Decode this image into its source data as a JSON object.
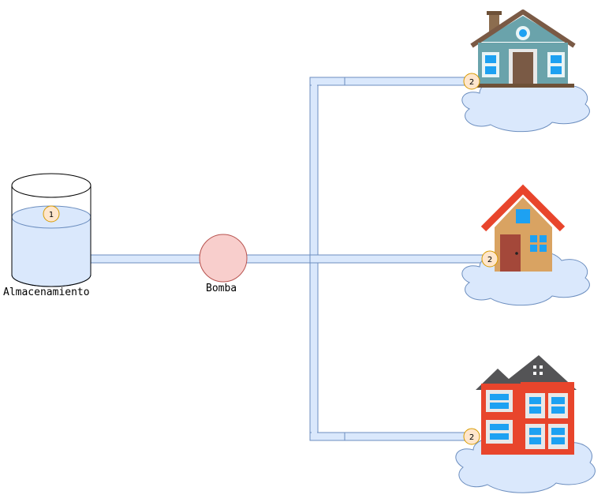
{
  "diagram": {
    "nodes": {
      "tank": {
        "label": "Almacenamiento",
        "marker": "1"
      },
      "pump": {
        "label": "Bomba"
      },
      "house_top": {
        "marker": "2",
        "icon": "house-icon"
      },
      "house_middle": {
        "marker": "2",
        "icon": "house-icon"
      },
      "building_bottom": {
        "marker": "2",
        "icon": "apartment-building-icon"
      }
    },
    "colors": {
      "pipe_fill": "#dae8fc",
      "pipe_stroke": "#6c8ebf",
      "pump_fill": "#f8cecc",
      "pump_stroke": "#b85450",
      "marker_fill": "#ffe6cc",
      "marker_stroke": "#d79b00",
      "cloud_fill": "#dae8fc",
      "cloud_stroke": "#6c8ebf"
    }
  }
}
